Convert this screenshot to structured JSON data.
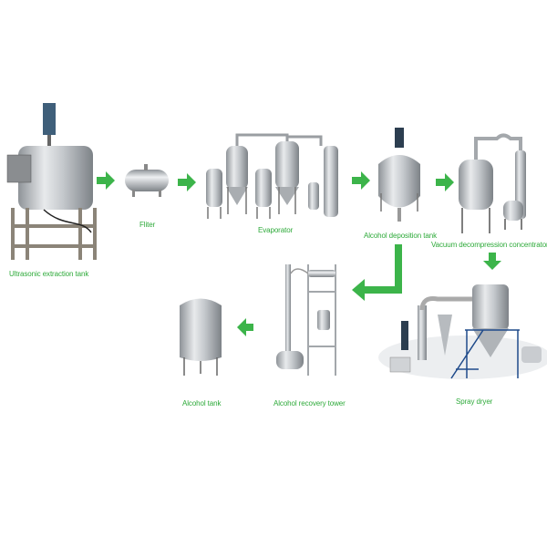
{
  "colors": {
    "label": "#2eaa3a",
    "arrow": "#3cb44a",
    "steel": "#b8bcc0"
  },
  "steps": [
    {
      "id": "ultrasonic-extraction-tank",
      "label": "Ultrasonic extraction tank"
    },
    {
      "id": "filter",
      "label": "Fliter"
    },
    {
      "id": "evaporator",
      "label": "Evaporator"
    },
    {
      "id": "alcohol-deposition-tank",
      "label": "Alcohol deposition tank"
    },
    {
      "id": "vacuum-decompression-concentrator",
      "label": "Vacuum decompression concentrator"
    },
    {
      "id": "spray-dryer",
      "label": "Spray dryer"
    },
    {
      "id": "alcohol-recovery-tower",
      "label": "Alcohol recovery tower"
    },
    {
      "id": "alcohol-tank",
      "label": "Alcohol tank"
    }
  ]
}
